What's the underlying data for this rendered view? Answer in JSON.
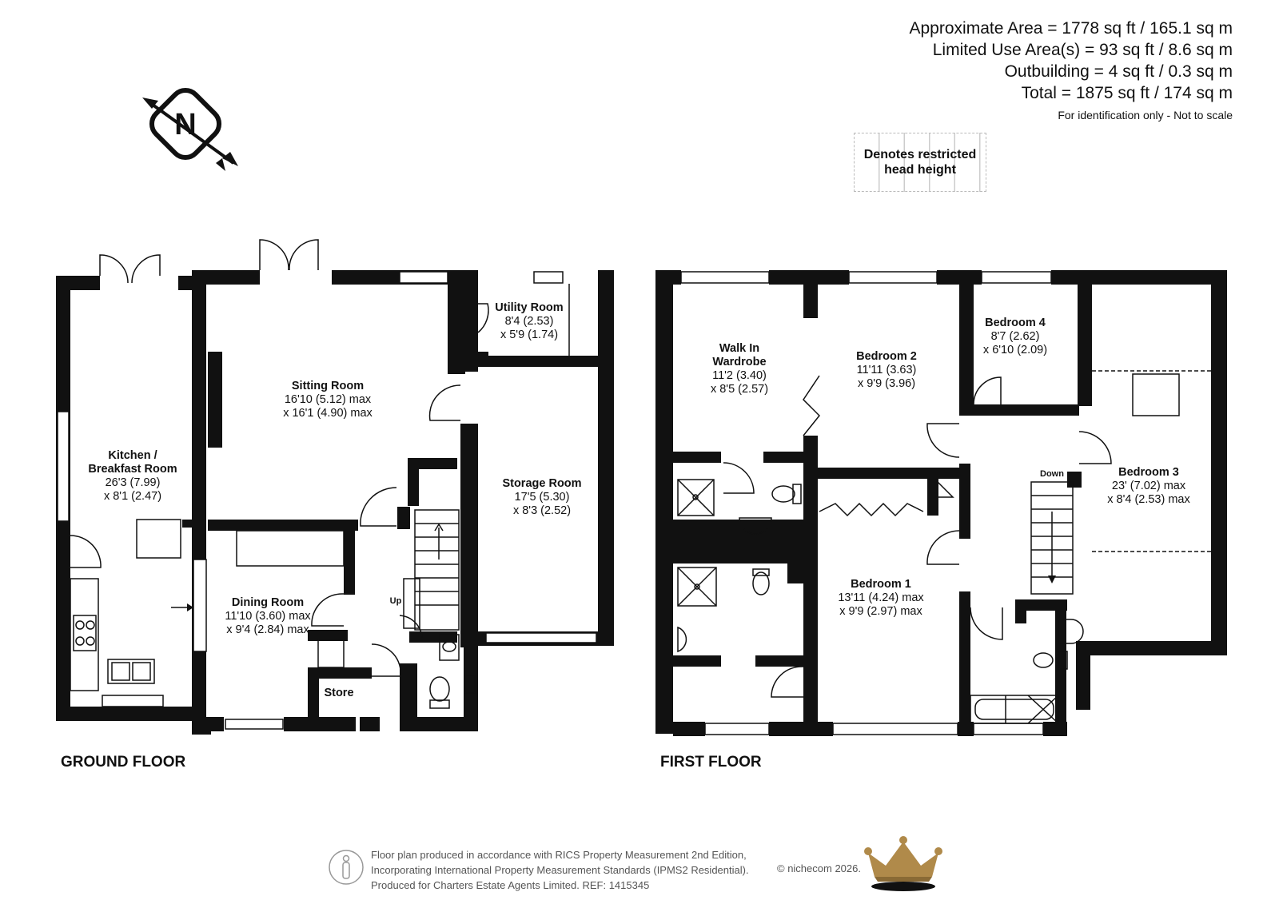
{
  "area": {
    "approximate": "Approximate Area = 1778 sq ft / 165.1 sq m",
    "limited": "Limited Use Area(s) = 93 sq ft / 8.6 sq m",
    "outbuilding": "Outbuilding = 4 sq ft / 0.3 sq m",
    "total": "Total = 1875 sq ft / 174 sq m",
    "note": "For identification only - Not to scale"
  },
  "legend": {
    "line1": "Denotes restricted",
    "line2": "head height"
  },
  "compass": {
    "letter": "N"
  },
  "floors": {
    "ground": "GROUND FLOOR",
    "first": "FIRST FLOOR"
  },
  "rooms": {
    "kitchen": {
      "name1": "Kitchen /",
      "name2": "Breakfast Room",
      "dim1": "26'3 (7.99)",
      "dim2": "x 8'1 (2.47)"
    },
    "sitting": {
      "name": "Sitting Room",
      "dim1": "16'10 (5.12) max",
      "dim2": "x 16'1 (4.90) max"
    },
    "utility": {
      "name": "Utility Room",
      "dim1": "8'4 (2.53)",
      "dim2": "x 5'9 (1.74)"
    },
    "storage": {
      "name": "Storage Room",
      "dim1": "17'5 (5.30)",
      "dim2": "x 8'3 (2.52)"
    },
    "dining": {
      "name": "Dining Room",
      "dim1": "11'10 (3.60) max",
      "dim2": "x 9'4 (2.84) max"
    },
    "store": {
      "name": "Store"
    },
    "up": "Up",
    "walkin": {
      "name1": "Walk In",
      "name2": "Wardrobe",
      "dim1": "11'2 (3.40)",
      "dim2": "x 8'5 (2.57)"
    },
    "bed2": {
      "name": "Bedroom 2",
      "dim1": "11'11 (3.63)",
      "dim2": "x 9'9 (3.96)"
    },
    "bed4": {
      "name": "Bedroom 4",
      "dim1": "8'7 (2.62)",
      "dim2": "x 6'10 (2.09)"
    },
    "bed3": {
      "name": "Bedroom 3",
      "dim1": "23' (7.02) max",
      "dim2": "x 8'4 (2.53) max"
    },
    "bed1": {
      "name": "Bedroom 1",
      "dim1": "13'11 (4.24) max",
      "dim2": "x 9'9 (2.97) max"
    },
    "down": "Down"
  },
  "footer": {
    "line1": "Floor plan produced in accordance with RICS Property Measurement 2nd Edition,",
    "line2": "Incorporating International Property Measurement Standards (IPMS2 Residential).",
    "line3": "Produced for Charters Estate Agents Limited.   REF: 1415345",
    "copyright": "© nichecom 2026."
  },
  "colors": {
    "wall": "#111111",
    "logo_gold": "#b08a4a"
  }
}
